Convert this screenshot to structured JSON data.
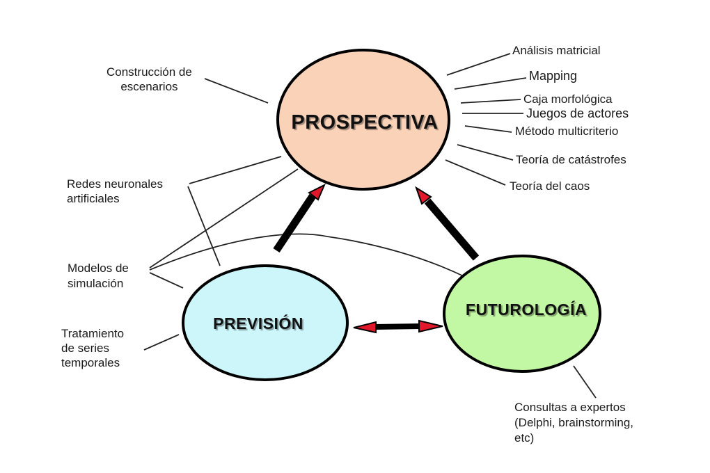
{
  "nodes": {
    "prospectiva": {
      "label": "PROSPECTIVA",
      "fill": "#f9d2b8"
    },
    "prevision": {
      "label": "PREVISIÓN",
      "fill": "#cdf6fb"
    },
    "futurologia": {
      "label": "FUTUROLOGÍA",
      "fill": "#c2f7a3"
    }
  },
  "arrow_colors": {
    "shaft": "#000000",
    "head": "#e0182a"
  },
  "prospectiva_methods": [
    "Análisis matricial",
    "Mapping",
    "Caja morfológica",
    "Juegos de actores",
    "Método multicriterio",
    "Teoría de catástrofes",
    "Teoría del caos"
  ],
  "left_labels": {
    "construccion": [
      "Construcción de",
      "escenarios"
    ],
    "redes": [
      "Redes neuronales",
      "artificiales"
    ],
    "modelos": [
      "Modelos de",
      "simulación"
    ],
    "tratamiento": [
      "Tratamiento",
      "de series",
      "temporales"
    ]
  },
  "futurologia_method": [
    "Consultas a expertos",
    "(Delphi, brainstorming,",
    "etc)"
  ]
}
